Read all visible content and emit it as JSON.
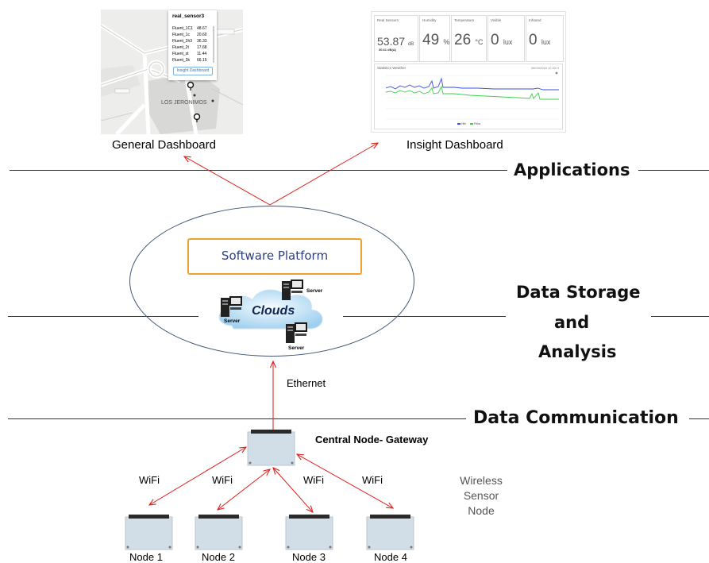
{
  "layers": {
    "applications": "Applications",
    "data_storage": [
      "Data Storage",
      "and",
      "Analysis"
    ],
    "data_communication": "Data Communication"
  },
  "dashboards": {
    "general_caption": "General Dashboard",
    "insight_caption": "Insight Dashboard",
    "map": {
      "sensor_title": "real_sensor3",
      "rows": [
        {
          "name": "Fluent_1C1",
          "value": "48.67"
        },
        {
          "name": "Fluent_1c",
          "value": "20.60"
        },
        {
          "name": "Fluent_2h3",
          "value": "36.33"
        },
        {
          "name": "Fluent_2t",
          "value": "17.68"
        },
        {
          "name": "Fluent_st",
          "value": "11.44"
        },
        {
          "name": "Fluent_3k",
          "value": "66.15"
        }
      ],
      "button": "Insight Dashboard",
      "district": "LOS JERONIMOS"
    },
    "insight": {
      "cards": [
        {
          "label": "Real Sensors",
          "value": "53.87",
          "unit": "dB",
          "sub": "30.61 dB(A)"
        },
        {
          "label": "Humidity",
          "value": "49",
          "unit": "%"
        },
        {
          "label": "Temperature",
          "value": "26",
          "unit": "°C"
        },
        {
          "label": "Visible",
          "value": "0",
          "unit": "lux"
        },
        {
          "label": "Infrared",
          "value": "0",
          "unit": "lux"
        }
      ],
      "panel_title": "Statistics Weather",
      "panel_time": "06/03/2018 12:30 H",
      "legend": [
        "Hlth",
        "Pitha"
      ]
    }
  },
  "cloud": {
    "software_platform": "Software Platform",
    "clouds": "Clouds",
    "server_label": "Server"
  },
  "ethernet": "Ethernet",
  "gateway": "Central Node- Gateway",
  "wifi": "WiFi",
  "legend_text": [
    "Wireless",
    "Sensor",
    "Node"
  ],
  "nodes": [
    "Node 1",
    "Node 2",
    "Node 3",
    "Node 4"
  ],
  "colors": {
    "arrow": "#e0201c",
    "ellipse": "#3f5573",
    "software_box": "#f0a030",
    "board": "#d2dee7"
  }
}
